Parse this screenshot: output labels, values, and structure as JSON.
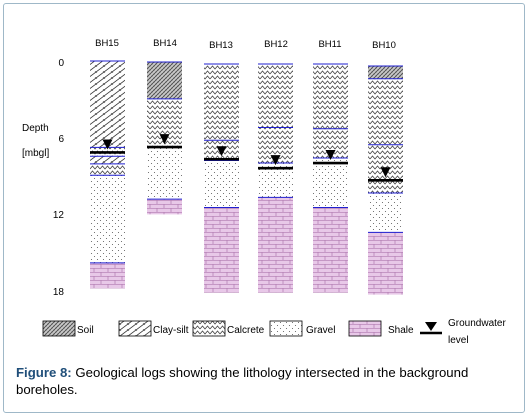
{
  "figure": {
    "y_axis": {
      "label_line1": "Depth",
      "label_line2": "[mbgl]",
      "ticks": [
        "0",
        "6",
        "12",
        "18"
      ],
      "tick_values": [
        0,
        6,
        12,
        18
      ],
      "range": [
        0,
        18
      ]
    },
    "boreholes": [
      {
        "name": "BH15",
        "layers": [
          {
            "lithology": "clay-silt",
            "from": 0,
            "to": 6.8
          },
          {
            "lithology": "calcrete",
            "from": 6.8,
            "to": 7.5
          },
          {
            "lithology": "clay-silt",
            "from": 7.5,
            "to": 8.1
          },
          {
            "lithology": "calcrete",
            "from": 8.1,
            "to": 9.0
          },
          {
            "lithology": "gravel",
            "from": 9.0,
            "to": 15.9
          },
          {
            "lithology": "shale",
            "from": 15.9,
            "to": 17.9
          }
        ],
        "groundwater_level": 7.2
      },
      {
        "name": "BH14",
        "layers": [
          {
            "lithology": "soil",
            "from": 0,
            "to": 2.9
          },
          {
            "lithology": "calcrete",
            "from": 2.9,
            "to": 6.7
          },
          {
            "lithology": "gravel",
            "from": 6.7,
            "to": 10.8
          },
          {
            "lithology": "shale",
            "from": 10.8,
            "to": 12.0
          }
        ],
        "groundwater_level": 6.7
      },
      {
        "name": "BH13",
        "layers": [
          {
            "lithology": "calcrete",
            "from": 0,
            "to": 6.0
          },
          {
            "lithology": "calcrete",
            "from": 6.0,
            "to": 7.6
          },
          {
            "lithology": "gravel",
            "from": 7.6,
            "to": 11.3
          },
          {
            "lithology": "shale",
            "from": 11.3,
            "to": 18.0
          }
        ],
        "groundwater_level": 7.5
      },
      {
        "name": "BH12",
        "layers": [
          {
            "lithology": "calcrete",
            "from": 0,
            "to": 5.0
          },
          {
            "lithology": "calcrete",
            "from": 5.0,
            "to": 7.8
          },
          {
            "lithology": "gravel",
            "from": 7.8,
            "to": 10.5
          },
          {
            "lithology": "shale",
            "from": 10.5,
            "to": 18.0
          }
        ],
        "groundwater_level": 8.2
      },
      {
        "name": "BH11",
        "layers": [
          {
            "lithology": "calcrete",
            "from": 0,
            "to": 5.1
          },
          {
            "lithology": "calcrete",
            "from": 5.1,
            "to": 7.4
          },
          {
            "lithology": "gravel",
            "from": 7.4,
            "to": 11.3
          },
          {
            "lithology": "shale",
            "from": 11.3,
            "to": 18.0
          }
        ],
        "groundwater_level": 7.8
      },
      {
        "name": "BH10",
        "layers": [
          {
            "lithology": "soil",
            "from": 0,
            "to": 1.0
          },
          {
            "lithology": "calcrete",
            "from": 1.0,
            "to": 6.2
          },
          {
            "lithology": "calcrete",
            "from": 6.2,
            "to": 10.0
          },
          {
            "lithology": "gravel",
            "from": 10.0,
            "to": 13.1
          },
          {
            "lithology": "shale",
            "from": 13.1,
            "to": 18.0
          }
        ],
        "groundwater_level": 9.0
      }
    ],
    "legend": {
      "soil": "Soil",
      "clay_silt": "Clay-silt",
      "calcrete": "Calcrete",
      "gravel": "Gravel",
      "shale": "Shale",
      "groundwater_line1": "Groundwater",
      "groundwater_line2": "level"
    },
    "colors": {
      "shale_fill": "#e8c8e8",
      "shale_lines": "#b07ab0",
      "boundary": "#1f1fd0",
      "groundwater": "#000000",
      "caption_label": "#1f4e79",
      "frame": "#9fb8c8"
    }
  },
  "caption": {
    "label": "Figure 8:",
    "text": " Geological logs showing the lithology intersected in the background boreholes."
  }
}
